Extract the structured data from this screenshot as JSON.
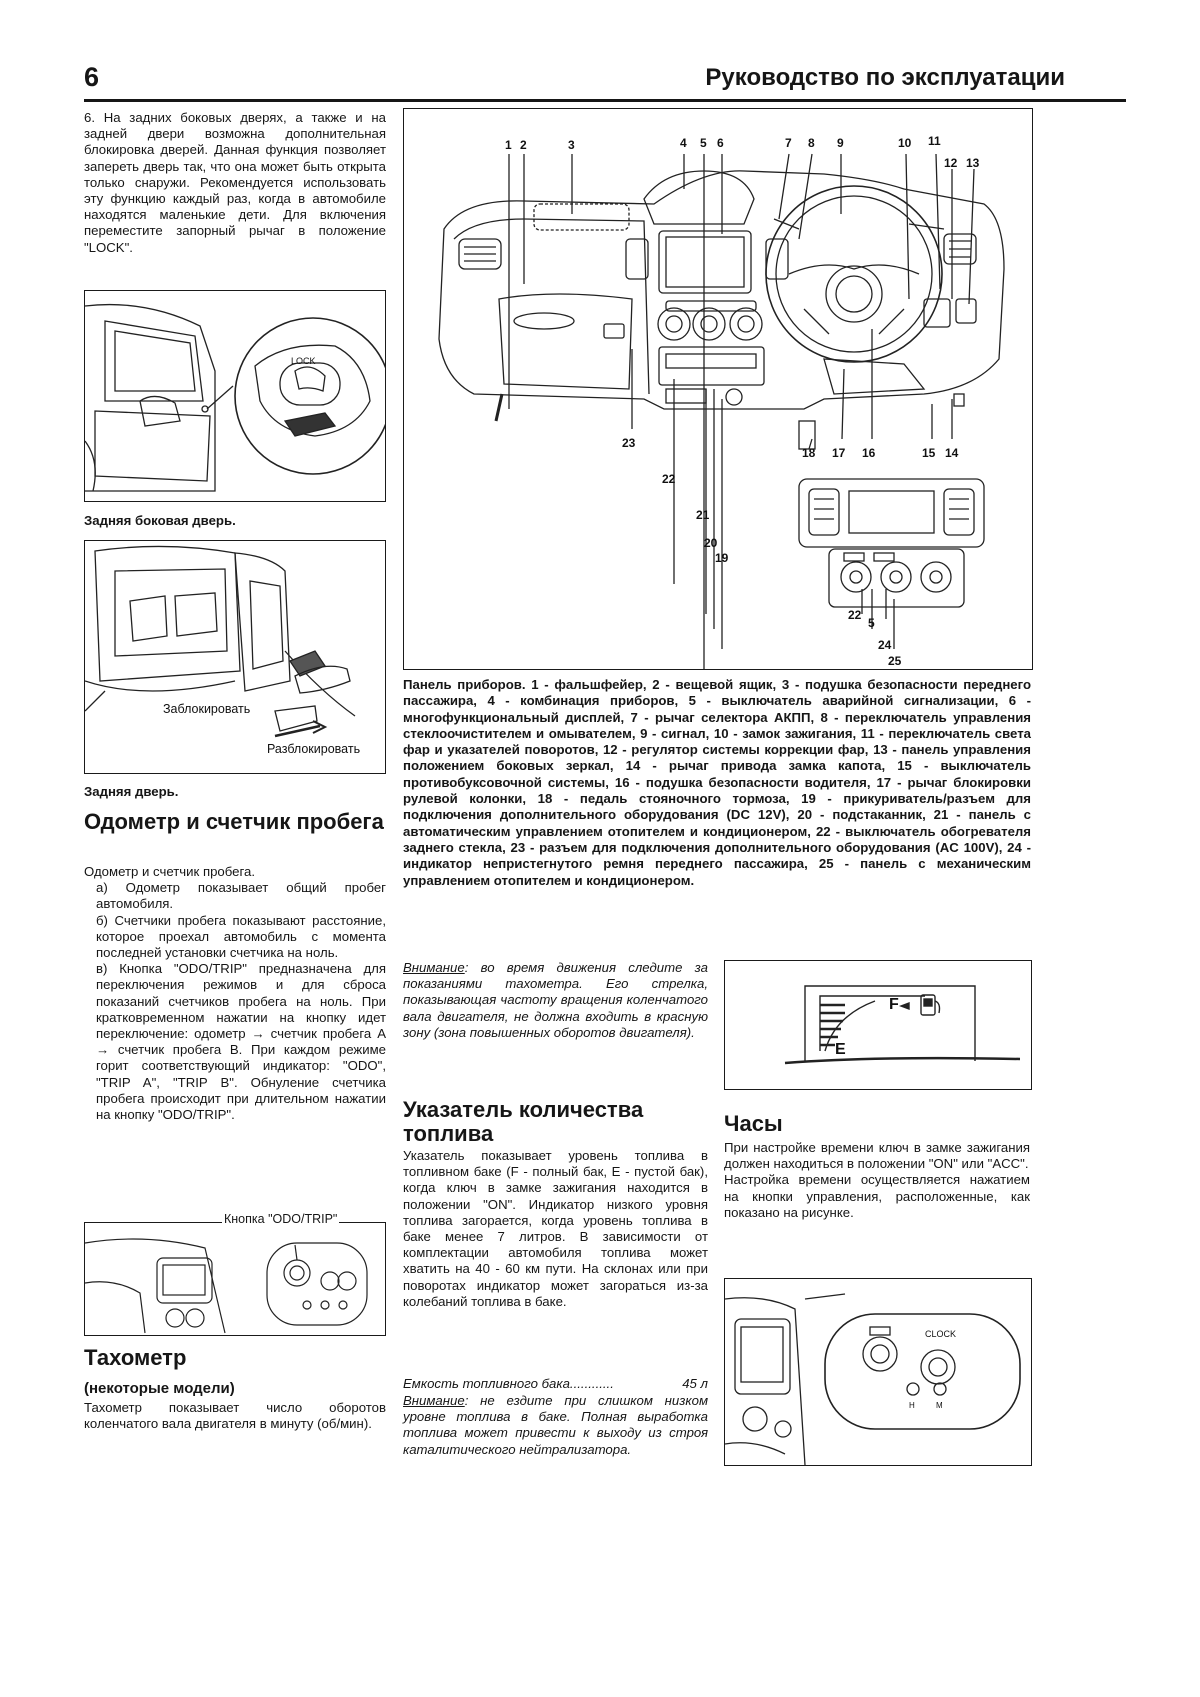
{
  "header": {
    "page_number": "6",
    "title": "Руководство по эксплуатации"
  },
  "intro_paragraph": "6. На задних боковых дверях, а также и на задней двери возможна дополнительная блокировка дверей. Данная функция позволяет запереть дверь так, что она может быть открыта только снаружи. Рекомендуется использовать эту функцию каждый раз, когда в автомобиле находятся маленькие дети. Для включения переместите запорный рычаг в положение \"LOCK\".",
  "figure_side_door": {
    "caption": "Задняя боковая дверь.",
    "lock_label": "LOCK"
  },
  "figure_rear_door": {
    "caption": "Задняя дверь.",
    "lock_label": "Заблокировать",
    "unlock_label": "Разблокировать"
  },
  "odometer": {
    "heading": "Одометр и счетчик пробега",
    "p1": "Одометр и счетчик пробега.",
    "p2": "а) Одометр показывает общий пробег автомобиля.",
    "p3": "б) Счетчики пробега показывают расстояние, которое проехал автомобиль с момента последней установки счетчика на ноль.",
    "p4": "в) Кнопка \"ODO/TRIP\" предназначена для переключения режимов и для сброса показаний счетчиков пробега на ноль. При кратковременном нажатии на кнопку идет переключение: одометр → счетчик пробега A → счетчик пробега B. При каждом режиме горит соответствующий индикатор: \"ODO\", \"TRIP A\", \"TRIP B\". Обнуление счетчика пробега происходит при длительном нажатии на кнопку \"ODO/TRIP\".",
    "figure_label": "Кнопка \"ODO/TRIP\""
  },
  "tachometer": {
    "heading": "Тахометр",
    "subheading": "(некоторые модели)",
    "text": "Тахометр показывает число оборотов коленчатого вала двигателя в минуту (об/мин)."
  },
  "dash_figure": {
    "callouts": [
      "1",
      "2",
      "3",
      "4",
      "5",
      "6",
      "7",
      "8",
      "9",
      "10",
      "11",
      "12",
      "13",
      "14",
      "15",
      "16",
      "17",
      "18",
      "19",
      "20",
      "21",
      "22",
      "23",
      "24",
      "25"
    ],
    "inset_callouts": [
      "22",
      "5",
      "24",
      "25"
    ]
  },
  "dash_caption": "Панель приборов. 1 - фальшфейер, 2 - вещевой ящик, 3 - подушка безопасности переднего пассажира, 4 - комбинация приборов, 5 - выключатель аварийной сигнализации, 6 - многофункциональный дисплей, 7 - рычаг селектора АКПП, 8 - переключатель управления стеклоочистителем и омывателем, 9 - сигнал, 10 - замок зажигания, 11 - переключатель света фар и указателей поворотов, 12 - регулятор системы коррекции фар, 13 - панель управления положением боковых зеркал, 14 - рычаг привода замка капота, 15 - выключатель противобуксовочной системы, 16 - подушка безопасности водителя, 17 - рычаг блокировки рулевой колонки, 18 - педаль стояночного тормоза, 19 - прикуриватель/разъем для подключения дополнительного оборудования (DC 12V), 20 - подстаканник, 21 - панель с автоматическим управлением отопителем и кондиционером, 22 - выключатель обогревателя заднего стекла, 23 - разъем для подключения дополнительного оборудования (AC 100V), 24 - индикатор непристегнутого ремня переднего пассажира, 25 - панель с механическим управлением отопителем и кондиционером.",
  "warning_tach": {
    "label": "Внимание",
    "text": ": во время движения следите за показаниями тахометра. Его стрелка, показывающая частоту вращения коленчатого вала двигателя, не должна входить в красную зону (зона повышенных оборотов двигателя)."
  },
  "fuel_figure": {
    "f_label": "F",
    "e_label": "E"
  },
  "fuel": {
    "heading": "Указатель количества топлива",
    "text": "Указатель показывает уровень топлива в топливном баке (F - полный бак, E - пустой бак), когда ключ в замке зажигания находится в положении \"ON\". Индикатор низкого уровня топлива загорается, когда уровень топлива в баке менее 7 литров. В зависимости от комплектации автомобиля топлива может хватить на 40 - 60 км пути. На склонах или при поворотах индикатор может загораться из-за колебаний топлива в баке.",
    "capacity_label": "Емкость топливного бака",
    "capacity_dots": "............",
    "capacity_value": "45 л",
    "warning_label": "Внимание",
    "warning_text": ": не ездите при слишком низком уровне топлива в баке. Полная выработка топлива может привести к выходу из строя каталитического нейтрализатора."
  },
  "clock": {
    "heading": "Часы",
    "text1": "При настройке времени ключ в замке зажигания должен находиться в положении \"ON\" или \"ACC\".",
    "text2": "Настройка времени осуществляется нажатием на кнопки управления, расположенные, как показано на рисунке.",
    "figure_label": "CLOCK",
    "btn_h": "H",
    "btn_m": "M"
  }
}
